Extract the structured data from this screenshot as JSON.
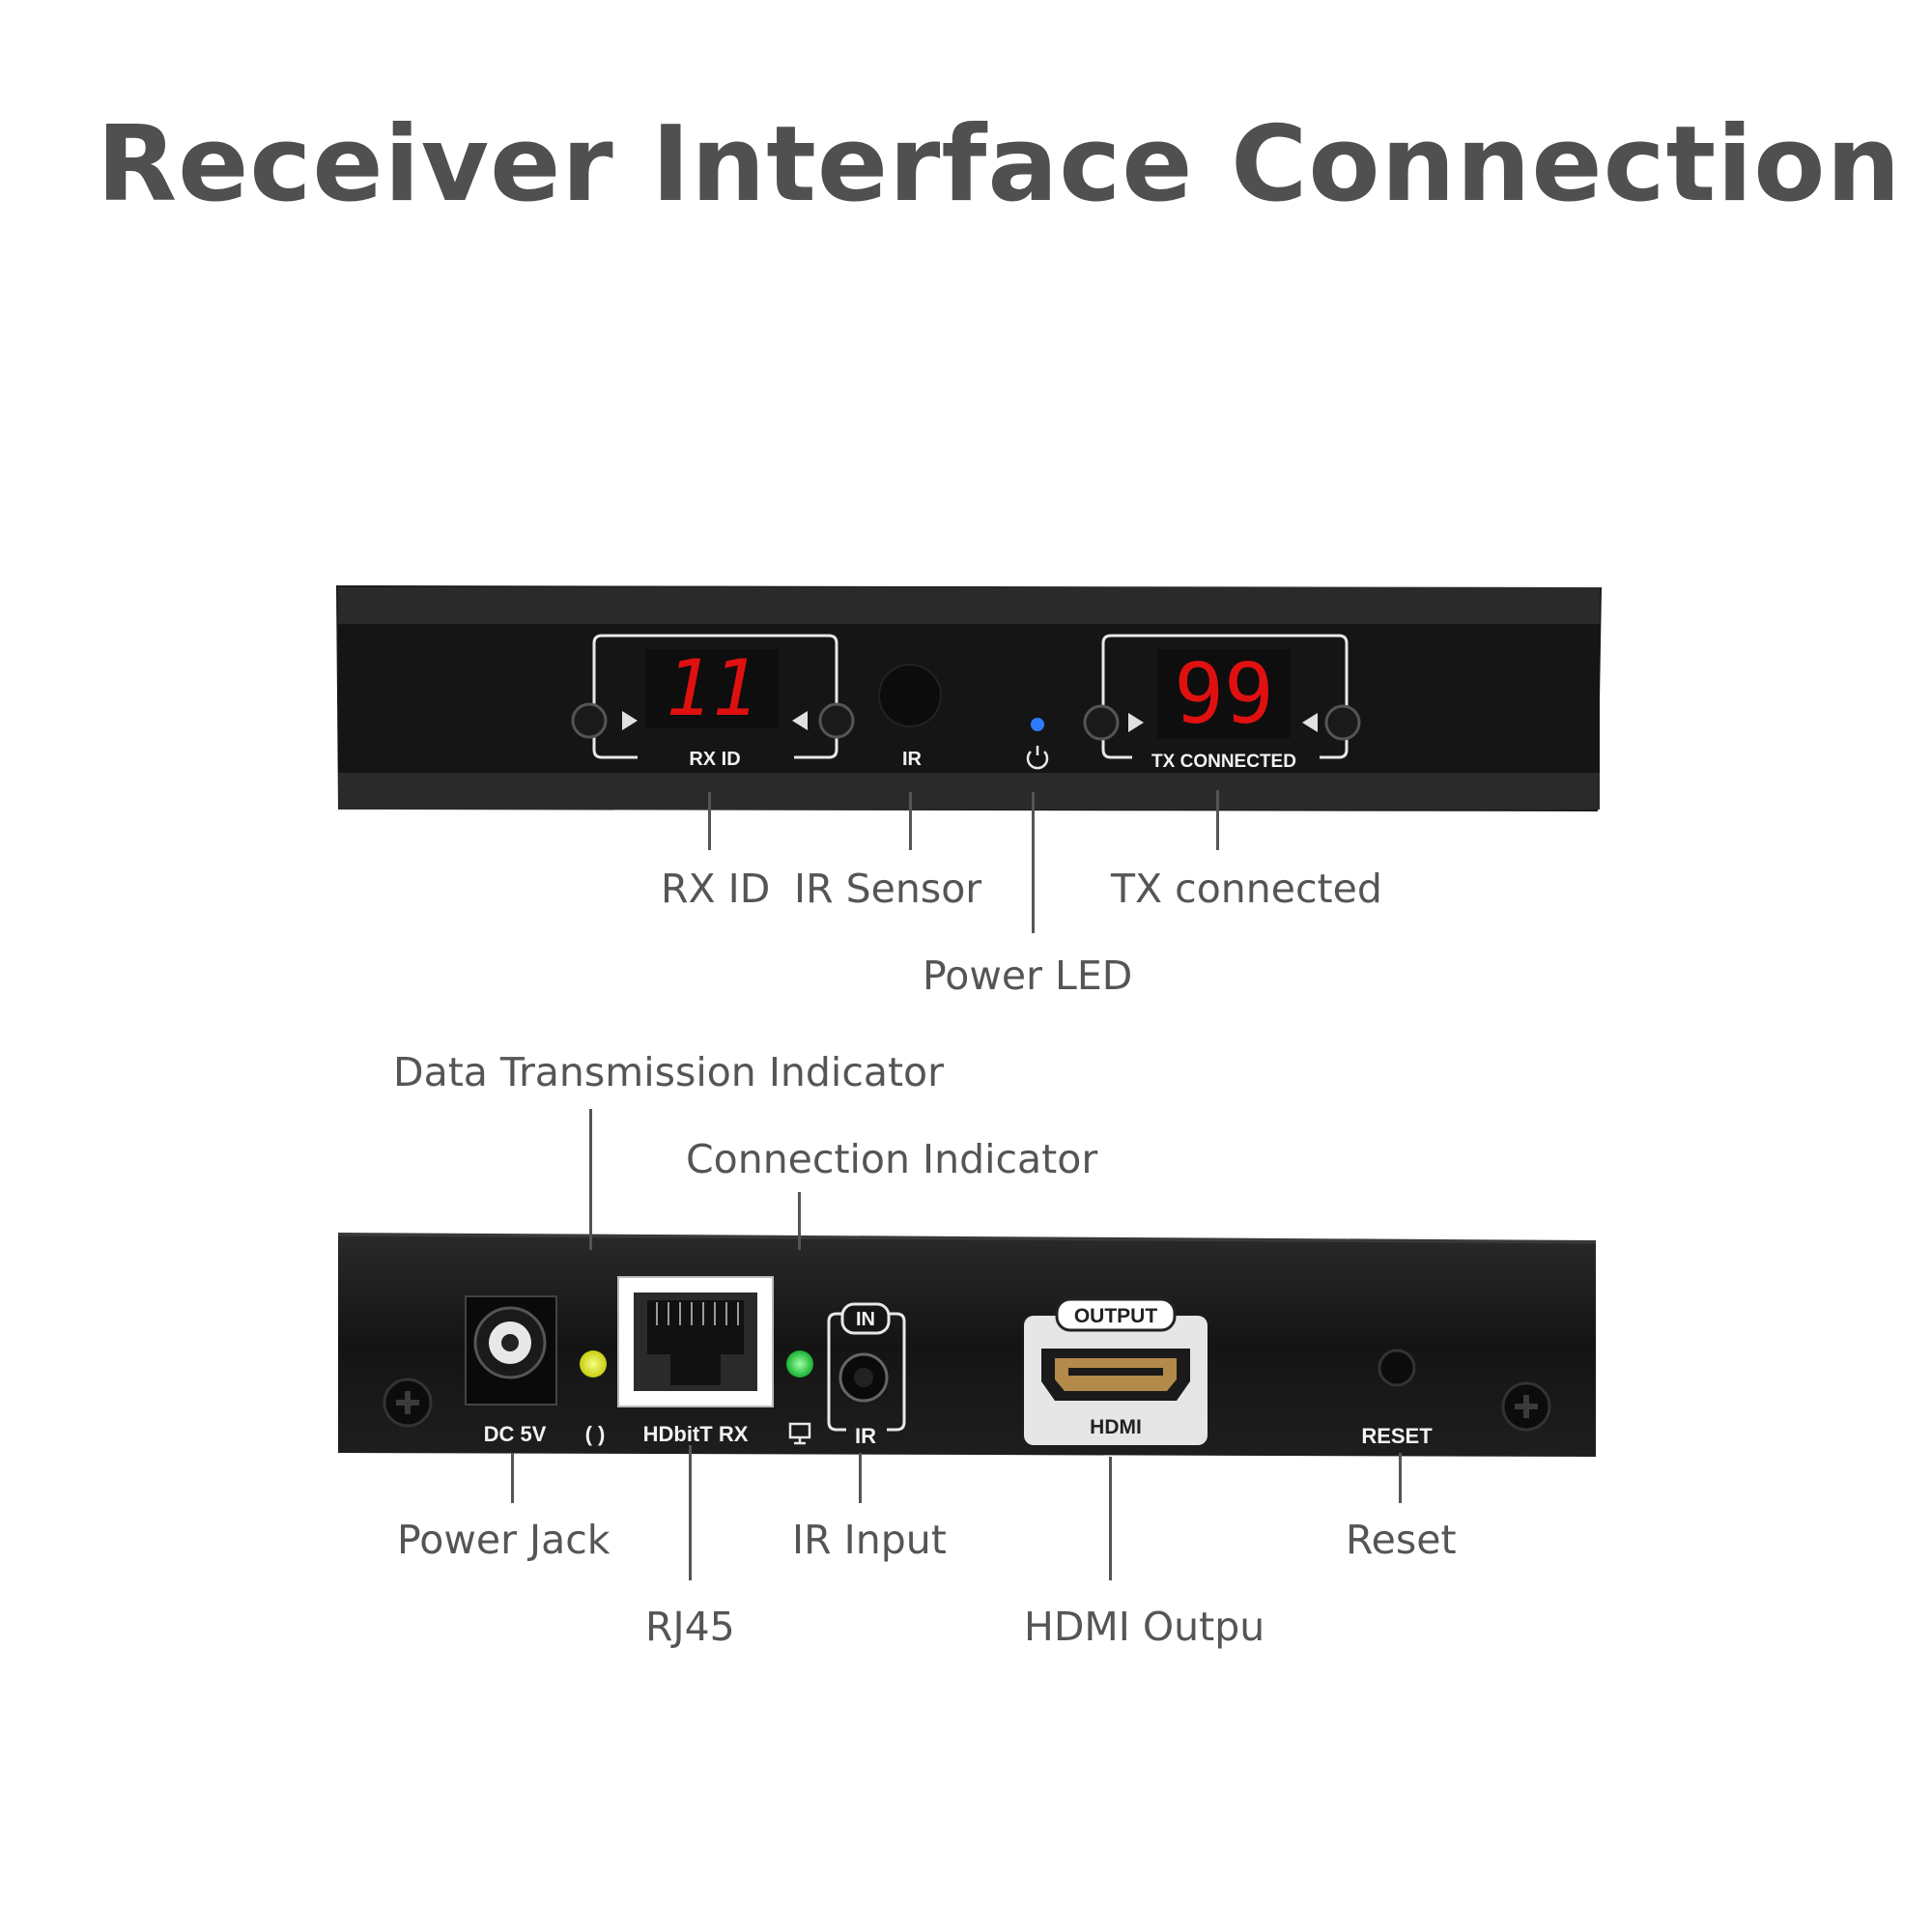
{
  "title": "Receiver Interface Connection",
  "front_panel": {
    "rx_id_display": "11",
    "tx_display": "99",
    "rx_id_label": "RX ID",
    "ir_label": "IR",
    "tx_connected_label": "TX CONNECTED",
    "power_led_color": "#2f7bff",
    "display_digit_color": "#e01010"
  },
  "rear_panel": {
    "dc_label": "DC 5V",
    "hdbaset_label": "HDbitT RX",
    "ir_label": "IR",
    "in_label": "IN",
    "output_label": "OUTPUT",
    "hdmi_label": "HDMI",
    "reset_label": "RESET",
    "data_led_color": "#d8e020",
    "link_led_color": "#20c840"
  },
  "callouts": {
    "rx_id": "RX ID",
    "ir_sensor": "IR Sensor",
    "tx_connected": "TX connected",
    "power_led": "Power LED",
    "data_transmission": "Data Transmission Indicator",
    "connection_indicator": "Connection Indicator",
    "power_jack": "Power Jack",
    "rj45": "RJ45",
    "ir_input": "IR Input",
    "hdmi_output": "HDMI Outpu",
    "reset": "Reset"
  }
}
